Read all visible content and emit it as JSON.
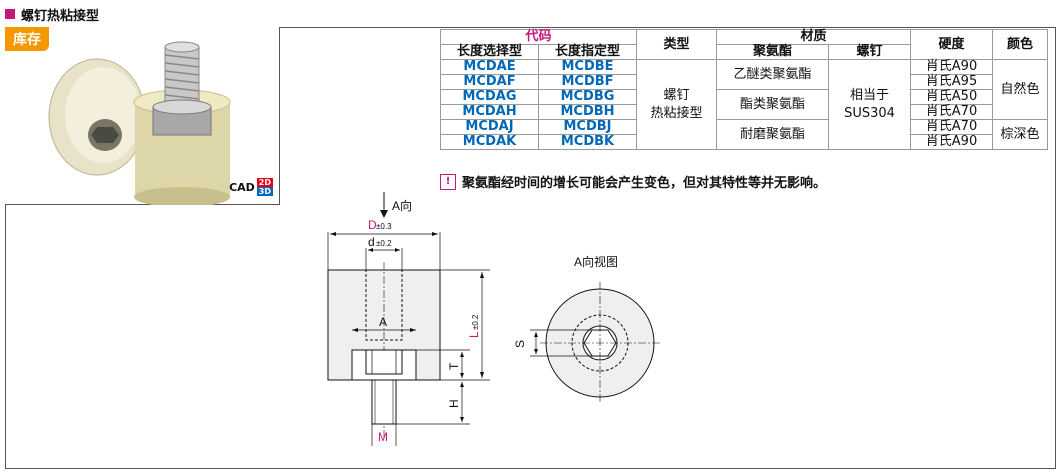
{
  "title": "螺钉热粘接型",
  "stock_label": "库存",
  "cad": {
    "label": "CAD",
    "d2": "2D",
    "d3": "3D"
  },
  "table": {
    "code_header": "代码",
    "length_select": "长度选择型",
    "length_specify": "长度指定型",
    "type_header": "类型",
    "material_header": "材质",
    "polyurethane_header": "聚氨酯",
    "screw_header": "螺钉",
    "hardness_header": "硬度",
    "color_header": "颜色",
    "type_value_1": "螺钉",
    "type_value_2": "热粘接型",
    "screw_value_1": "相当于",
    "screw_value_2": "SUS304",
    "rows": [
      {
        "select": "MCDAE",
        "specify": "MCDBE",
        "hardness": "肖氏A90"
      },
      {
        "select": "MCDAF",
        "specify": "MCDBF",
        "hardness": "肖氏A95"
      },
      {
        "select": "MCDAG",
        "specify": "MCDBG",
        "hardness": "肖氏A50"
      },
      {
        "select": "MCDAH",
        "specify": "MCDBH",
        "hardness": "肖氏A70"
      },
      {
        "select": "MCDAJ",
        "specify": "MCDBJ",
        "hardness": "肖氏A70"
      },
      {
        "select": "MCDAK",
        "specify": "MCDBK",
        "hardness": "肖氏A90"
      }
    ],
    "materials": [
      "乙醚类聚氨酯",
      "酯类聚氨酯",
      "耐磨聚氨酯"
    ],
    "colors": [
      "自然色",
      "棕深色"
    ]
  },
  "note": {
    "icon": "!",
    "text": "聚氨酯经时间的增长可能会产生变色，但对其特性等并无影响。"
  },
  "drawing": {
    "arrow_label": "A向",
    "view_label": "A向视图",
    "D": "D",
    "D_tol": "±0.3",
    "d": "d",
    "d_tol": "±0.2",
    "A": "A",
    "L": "L",
    "L_tol": "±0.2",
    "T": "T",
    "H": "H",
    "M": "M",
    "S": "S"
  }
}
